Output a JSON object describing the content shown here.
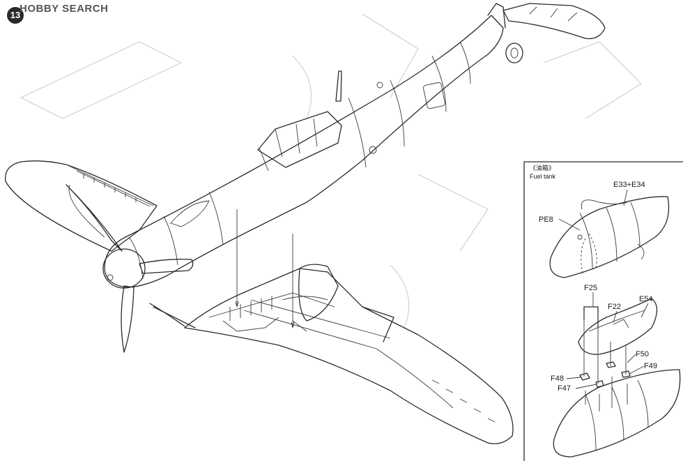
{
  "watermark": {
    "text": "HOBBY SEARCH"
  },
  "step": {
    "number": "13"
  },
  "inset": {
    "title_cn": "《油箱》",
    "title_en": "Fuel tank"
  },
  "part_labels": {
    "pe8": "PE8",
    "e33_e34": "E33+E34",
    "f25": "F25",
    "f22": "F22",
    "e54": "E54",
    "f50": "F50",
    "f49": "F49",
    "f48": "F48",
    "f47": "F47"
  }
}
